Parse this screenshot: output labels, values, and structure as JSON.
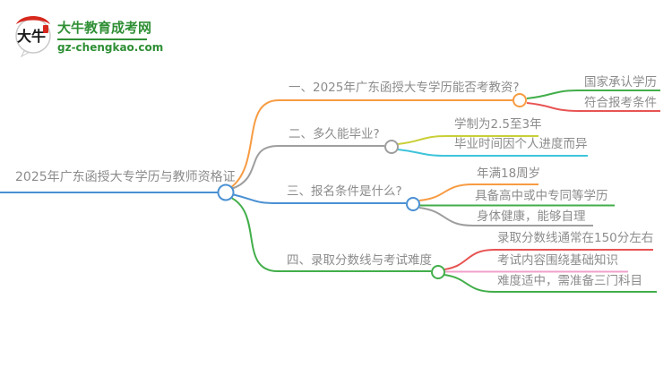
{
  "logo": {
    "icon_text": "大牛",
    "site_name": "大牛教育成考网",
    "site_url": "gz-chengkao.com",
    "brand_green": "#2f8f35",
    "brand_red": "#d7281e"
  },
  "mindmap": {
    "root": {
      "label": "2025年广东函授大专学历与教师资格证",
      "color": "#4a90d2"
    },
    "branches": [
      {
        "label": "一、2025年广东函授大专学历能否考教资?",
        "color": "#f79b42",
        "children": [
          {
            "label": "国家承认学历",
            "color": "#42ae4a"
          },
          {
            "label": "符合报考条件",
            "color": "#e85353"
          }
        ]
      },
      {
        "label": "二、多久能毕业?",
        "color": "#9e9e9e",
        "children": [
          {
            "label": "学制为2.5至3年",
            "color": "#c9cf35"
          },
          {
            "label": "毕业时间因个人进度而异",
            "color": "#3fc4da"
          }
        ]
      },
      {
        "label": "三、报名条件是什么?",
        "color": "#4a90d2",
        "children": [
          {
            "label": "年满18周岁",
            "color": "#f79b42"
          },
          {
            "label": "具备高中或中专同等学历",
            "color": "#42ae4a"
          },
          {
            "label": "身体健康，能够自理",
            "color": "#9e9e9e"
          }
        ]
      },
      {
        "label": "四、录取分数线与考试难度",
        "color": "#42ae4a",
        "children": [
          {
            "label": "录取分数线通常在150分左右",
            "color": "#e85353"
          },
          {
            "label": "考试内容围绕基础知识",
            "color": "#f0a0cc"
          },
          {
            "label": "难度适中，需准备三门科目",
            "color": "#42ae4a"
          }
        ]
      }
    ]
  }
}
